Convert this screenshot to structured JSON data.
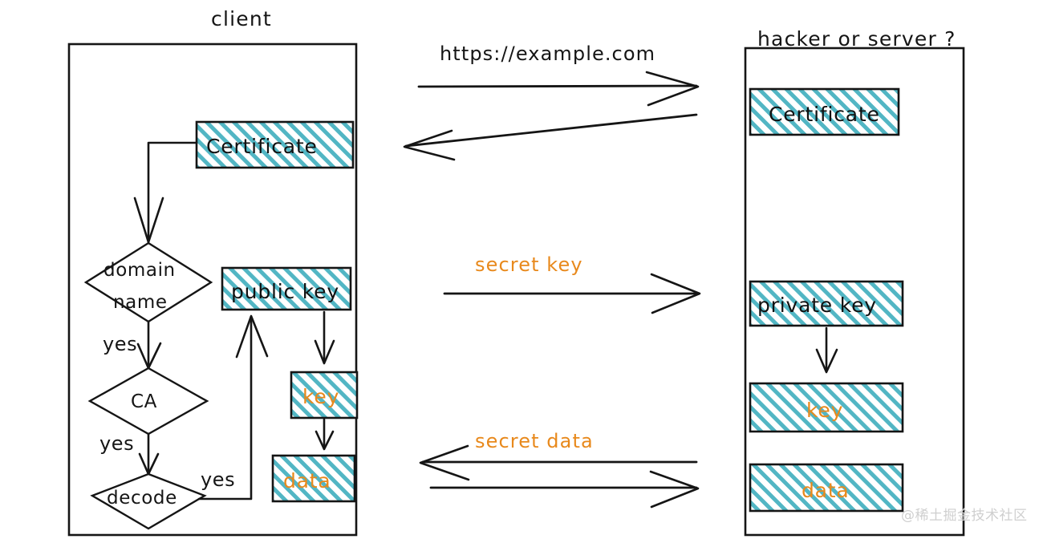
{
  "diagram": {
    "title_left": "client",
    "title_right": "hacker or server ?",
    "watermark": "@稀土掘金技术社区",
    "colors": {
      "hatch": "#3BA8B8",
      "orange": "#E8891C",
      "ink": "#151515",
      "background": "#ffffff",
      "watermark": "#cfcfcf"
    }
  },
  "client_panel": {
    "label": "client",
    "nodes": {
      "certificate": "Certificate",
      "domain_name_line1": "domain",
      "domain_name_line2": "name",
      "ca": "CA",
      "decode": "decode",
      "public_key": "public key",
      "key": "key",
      "data": "data"
    },
    "edge_labels": {
      "domain_to_ca": "yes",
      "ca_to_decode": "yes",
      "decode_to_public_key": "yes"
    }
  },
  "server_panel": {
    "label": "hacker or server ?",
    "nodes": {
      "certificate": "Certificate",
      "private_key": "private key",
      "key": "key",
      "data": "data"
    }
  },
  "messages": [
    {
      "label": "https://example.com",
      "direction": "right",
      "color": "ink"
    },
    {
      "label": "",
      "direction": "left",
      "color": "ink"
    },
    {
      "label": "secret key",
      "direction": "right",
      "color": "orange"
    },
    {
      "label": "secret data",
      "direction": "left",
      "color": "orange"
    },
    {
      "label": "",
      "direction": "right",
      "color": "ink"
    }
  ]
}
